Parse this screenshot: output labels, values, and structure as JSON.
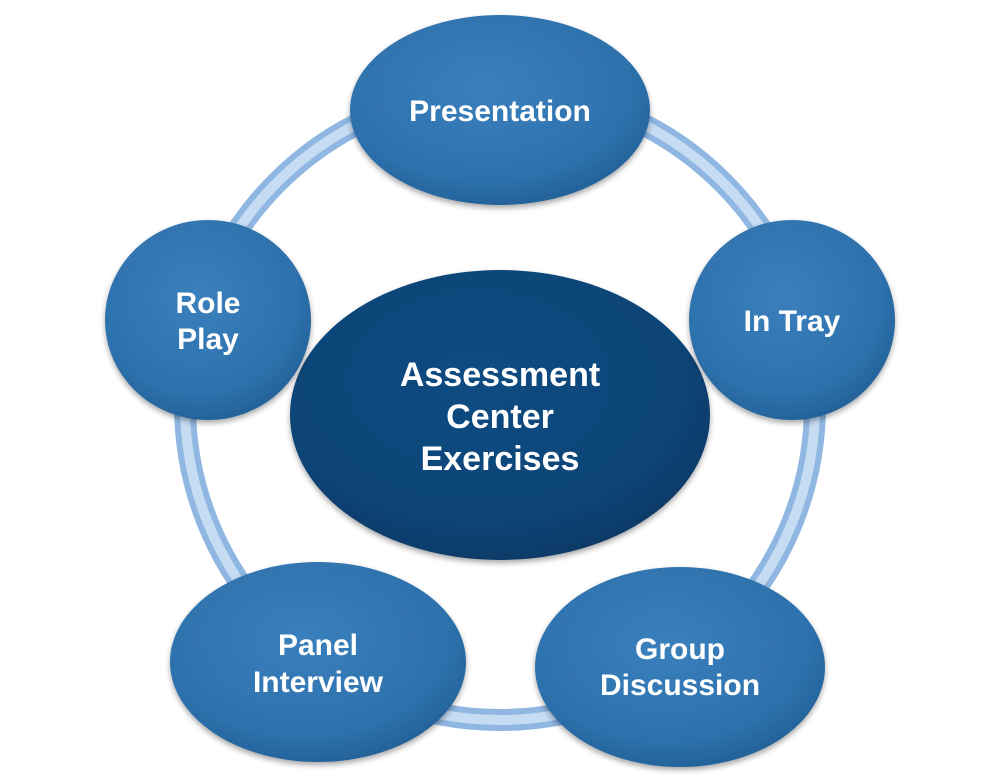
{
  "diagram": {
    "center": {
      "lines": [
        "Assessment",
        "Center",
        "Exercises"
      ]
    },
    "nodes": {
      "presentation": {
        "lines": [
          "Presentation"
        ]
      },
      "in_tray": {
        "lines": [
          "In Tray"
        ]
      },
      "group_discussion": {
        "lines": [
          "Group",
          "Discussion"
        ]
      },
      "panel_interview": {
        "lines": [
          "Panel",
          "Interview"
        ]
      },
      "role_play": {
        "lines": [
          "Role",
          "Play"
        ]
      }
    },
    "colors": {
      "ring": "#a9c8ea",
      "ring_highlight": "#d2e4f7",
      "node_fill": "#2d71ac",
      "node_fill_dark": "#1f5a90",
      "center_fill": "#0c4476",
      "center_fill_dark": "#07355f",
      "label": "#ffffff"
    }
  }
}
